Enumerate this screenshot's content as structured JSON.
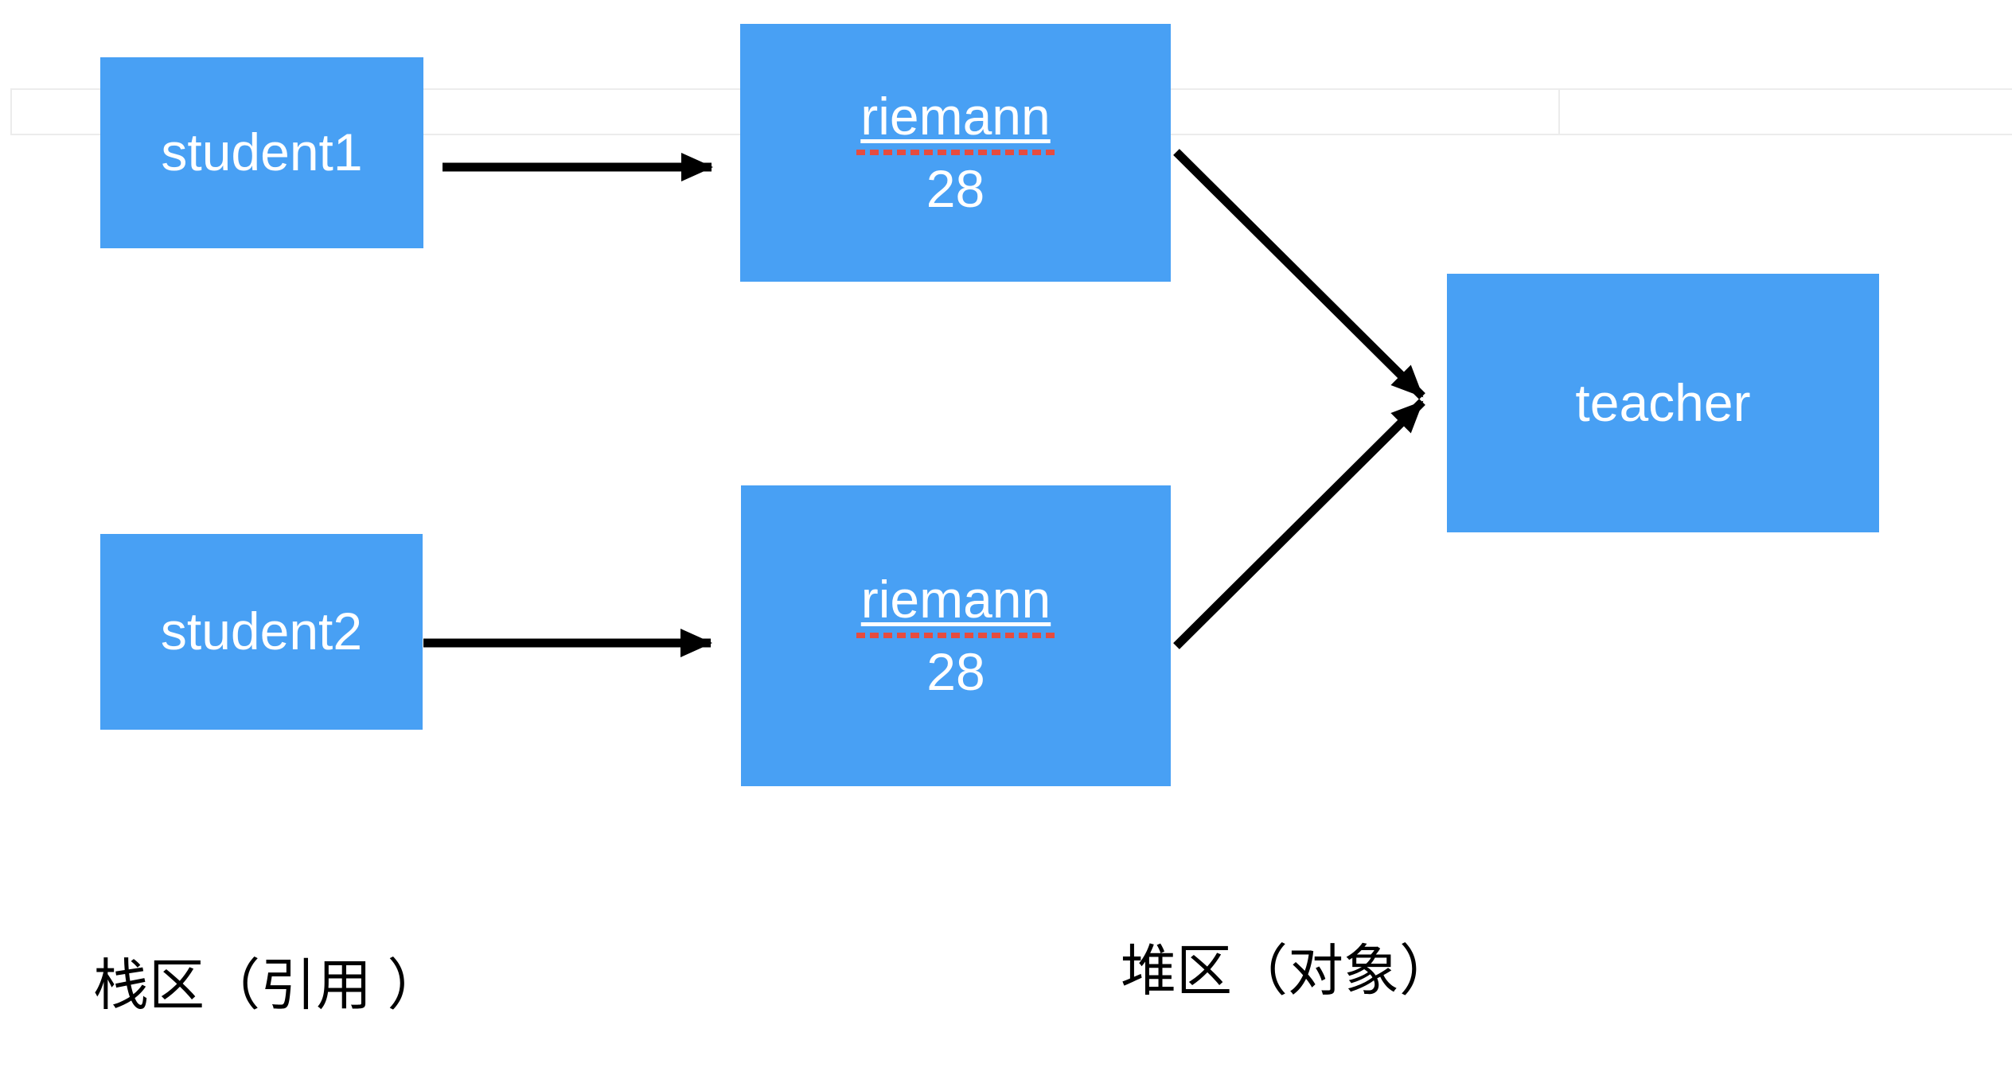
{
  "diagram": {
    "boxes": {
      "student1": {
        "label": "student1"
      },
      "student2": {
        "label": "student2"
      },
      "object1": {
        "name": "riemann",
        "age": "28"
      },
      "object2": {
        "name": "riemann",
        "age": "28"
      },
      "teacher": {
        "label": "teacher"
      }
    },
    "labels": {
      "stack": "栈区（引用 ）",
      "heap": "堆区（对象）"
    }
  },
  "colors": {
    "box_blue": "#48a0f4",
    "spellcheck_red": "#e64c3f",
    "arrow_black": "#000000",
    "grid_line_gray": "#ececec",
    "box_text_white": "#ffffff",
    "label_text_black": "#000000"
  }
}
